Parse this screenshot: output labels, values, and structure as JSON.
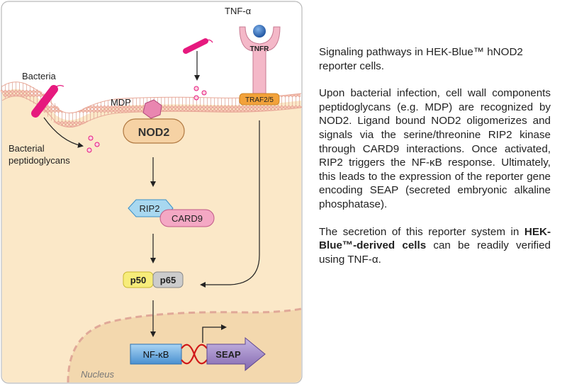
{
  "diagram": {
    "labels": {
      "tnf": "TNF-α",
      "tnfr": "TNFR",
      "traf": "TRAF2/5",
      "bacteria": "Bacteria",
      "mdp": "MDP",
      "nod2": "NOD2",
      "peptido_line1": "Bacterial",
      "peptido_line2": "peptidoglycans",
      "rip2": "RIP2",
      "card9": "CARD9",
      "p50": "p50",
      "p65": "p65",
      "nfkb": "NF-κB",
      "seap": "SEAP",
      "nucleus": "Nucleus"
    },
    "colors": {
      "cytoplasm": "#fbe8c8",
      "membrane": "#f2b8a8",
      "bacteria": "#e6197e",
      "nod2": "#f6d2a4",
      "mdp": "#e986b0",
      "tnf_ball": "#2060b0",
      "tnfr": "#f4b8c8",
      "traf": "#f2a23a",
      "rip2": "#a8d8f0",
      "card9": "#f4a8c4",
      "p50": "#f7ec7a",
      "p65": "#cccccc",
      "nfkb": "#7ab8e8",
      "seap": "#a890c8",
      "dna": "#d01818"
    }
  },
  "description": {
    "title": "Signaling pathways in HEK-Blue™ hNOD2 reporter cells.",
    "paragraph1": "Upon bacterial infection, cell wall components peptidoglycans (e.g. MDP) are recognized by NOD2. Ligand bound NOD2 oligomerizes and signals via the serine/threonine RIP2 kinase through CARD9 interactions. Once activated, RIP2 triggers the NF-κB response. Ultimately, this leads to the expression of the reporter gene encoding SEAP (secreted embryonic alkaline phosphatase).",
    "paragraph2_part1": "The secretion of this reporter system in ",
    "paragraph2_bold": "HEK-Blue™-derived cells",
    "paragraph2_part2": " can be readily verified using TNF-α."
  }
}
